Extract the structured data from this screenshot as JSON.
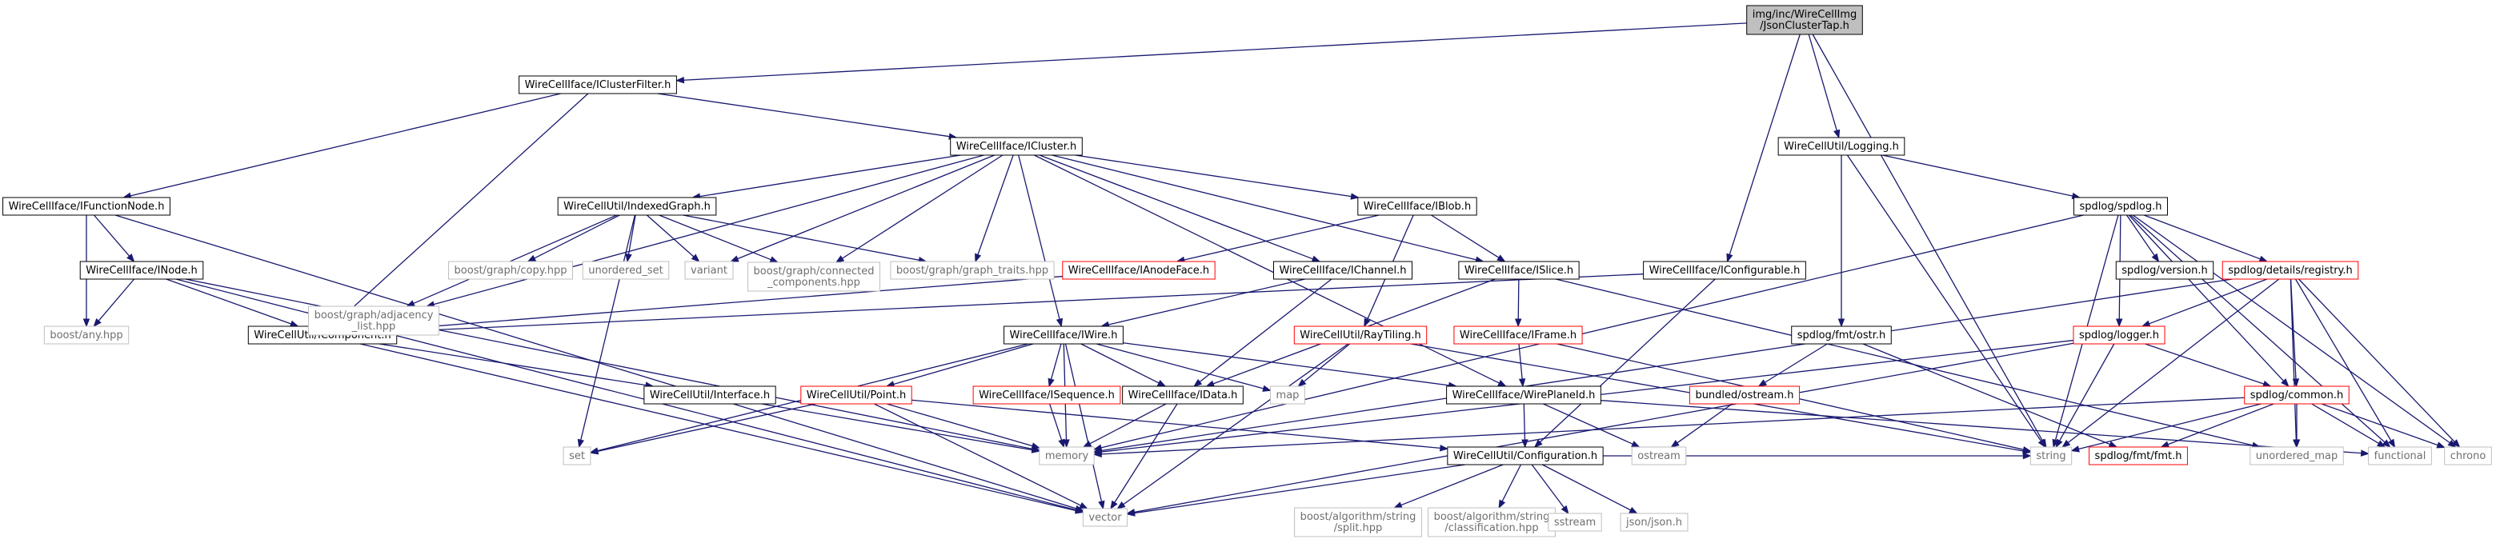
{
  "graph": {
    "nodes": [
      {
        "id": "jct",
        "lines": [
          "img/inc/WireCellImg",
          "/JsonClusterTap.h"
        ],
        "style": "root"
      },
      {
        "id": "icf",
        "lines": [
          "WireCellIface/IClusterFilter.h"
        ],
        "style": "doc"
      },
      {
        "id": "icl",
        "lines": [
          "WireCellIface/ICluster.h"
        ],
        "style": "doc"
      },
      {
        "id": "ifn",
        "lines": [
          "WireCellIface/IFunctionNode.h"
        ],
        "style": "doc"
      },
      {
        "id": "ino",
        "lines": [
          "WireCellIface/INode.h"
        ],
        "style": "doc"
      },
      {
        "id": "iig",
        "lines": [
          "WireCellUtil/IndexedGraph.h"
        ],
        "style": "doc"
      },
      {
        "id": "ibl",
        "lines": [
          "WireCellIface/IBlob.h"
        ],
        "style": "doc"
      },
      {
        "id": "ian",
        "lines": [
          "WireCellIface/IAnodeFace.h"
        ],
        "style": "trunc"
      },
      {
        "id": "ich",
        "lines": [
          "WireCellIface/IChannel.h"
        ],
        "style": "doc"
      },
      {
        "id": "isl",
        "lines": [
          "WireCellIface/ISlice.h"
        ],
        "style": "doc"
      },
      {
        "id": "icfg",
        "lines": [
          "WireCellIface/IConfigurable.h"
        ],
        "style": "doc"
      },
      {
        "id": "log",
        "lines": [
          "WireCellUtil/Logging.h"
        ],
        "style": "doc"
      },
      {
        "id": "spd",
        "lines": [
          "spdlog/spdlog.h"
        ],
        "style": "doc"
      },
      {
        "id": "icomp",
        "lines": [
          "WireCellUtil/IComponent.h"
        ],
        "style": "doc"
      },
      {
        "id": "iwi",
        "lines": [
          "WireCellIface/IWire.h"
        ],
        "style": "doc"
      },
      {
        "id": "rtl",
        "lines": [
          "WireCellUtil/RayTiling.h"
        ],
        "style": "trunc"
      },
      {
        "id": "ifr",
        "lines": [
          "WireCellIface/IFrame.h"
        ],
        "style": "trunc"
      },
      {
        "id": "fostr",
        "lines": [
          "spdlog/fmt/ostr.h"
        ],
        "style": "doc"
      },
      {
        "id": "sver",
        "lines": [
          "spdlog/version.h"
        ],
        "style": "doc"
      },
      {
        "id": "sreg",
        "lines": [
          "spdlog/details/registry.h"
        ],
        "style": "trunc"
      },
      {
        "id": "slog",
        "lines": [
          "spdlog/logger.h"
        ],
        "style": "trunc"
      },
      {
        "id": "scom",
        "lines": [
          "spdlog/common.h"
        ],
        "style": "trunc"
      },
      {
        "id": "iface",
        "lines": [
          "WireCellUtil/Interface.h"
        ],
        "style": "doc"
      },
      {
        "id": "pnt",
        "lines": [
          "WireCellUtil/Point.h"
        ],
        "style": "trunc"
      },
      {
        "id": "iseq",
        "lines": [
          "WireCellIface/ISequence.h"
        ],
        "style": "trunc"
      },
      {
        "id": "idat",
        "lines": [
          "WireCellIface/IData.h"
        ],
        "style": "doc"
      },
      {
        "id": "iwp",
        "lines": [
          "WireCellIface/WirePlaneId.h"
        ],
        "style": "doc"
      },
      {
        "id": "bost",
        "lines": [
          "bundled/ostream.h"
        ],
        "style": "trunc"
      },
      {
        "id": "cfg",
        "lines": [
          "WireCellUtil/Configuration.h"
        ],
        "style": "doc"
      },
      {
        "id": "sfmt",
        "lines": [
          "spdlog/fmt/fmt.h"
        ],
        "style": "trunc"
      },
      {
        "id": "badj",
        "lines": [
          "boost/graph/adjacency",
          "_list.hpp"
        ],
        "style": "sys"
      },
      {
        "id": "bcopy",
        "lines": [
          "boost/graph/copy.hpp"
        ],
        "style": "sys"
      },
      {
        "id": "uset",
        "lines": [
          "unordered_set"
        ],
        "style": "sys"
      },
      {
        "id": "var",
        "lines": [
          "variant"
        ],
        "style": "sys"
      },
      {
        "id": "bcc",
        "lines": [
          "boost/graph/connected",
          "_components.hpp"
        ],
        "style": "sys"
      },
      {
        "id": "bgt",
        "lines": [
          "boost/graph/graph_traits.hpp"
        ],
        "style": "sys"
      },
      {
        "id": "bany",
        "lines": [
          "boost/any.hpp"
        ],
        "style": "sys"
      },
      {
        "id": "map",
        "lines": [
          "map"
        ],
        "style": "sys"
      },
      {
        "id": "set",
        "lines": [
          "set"
        ],
        "style": "sys"
      },
      {
        "id": "mem",
        "lines": [
          "memory"
        ],
        "style": "sys"
      },
      {
        "id": "vec",
        "lines": [
          "vector"
        ],
        "style": "sys"
      },
      {
        "id": "ostrm",
        "lines": [
          "ostream"
        ],
        "style": "sys"
      },
      {
        "id": "str",
        "lines": [
          "string"
        ],
        "style": "sys"
      },
      {
        "id": "umap",
        "lines": [
          "unordered_map"
        ],
        "style": "sys"
      },
      {
        "id": "func",
        "lines": [
          "functional"
        ],
        "style": "sys"
      },
      {
        "id": "chr",
        "lines": [
          "chrono"
        ],
        "style": "sys"
      },
      {
        "id": "bsplit",
        "lines": [
          "boost/algorithm/string",
          "/split.hpp"
        ],
        "style": "sys"
      },
      {
        "id": "bclass",
        "lines": [
          "boost/algorithm/string",
          "/classification.hpp"
        ],
        "style": "sys"
      },
      {
        "id": "sstr",
        "lines": [
          "sstream"
        ],
        "style": "sys"
      },
      {
        "id": "json",
        "lines": [
          "json/json.h"
        ],
        "style": "sys"
      }
    ],
    "edges": [
      [
        "jct",
        "icf"
      ],
      [
        "jct",
        "icfg"
      ],
      [
        "jct",
        "log"
      ],
      [
        "jct",
        "str"
      ],
      [
        "icf",
        "ifn"
      ],
      [
        "icf",
        "icl"
      ],
      [
        "icf",
        "icomp"
      ],
      [
        "ifn",
        "ino"
      ],
      [
        "ifn",
        "bany"
      ],
      [
        "ifn",
        "vec"
      ],
      [
        "ino",
        "bany"
      ],
      [
        "ino",
        "icomp"
      ],
      [
        "ino",
        "mem"
      ],
      [
        "ino",
        "vec"
      ],
      [
        "icl",
        "iig"
      ],
      [
        "icl",
        "ibl"
      ],
      [
        "icl",
        "ich"
      ],
      [
        "icl",
        "isl"
      ],
      [
        "icl",
        "iwi"
      ],
      [
        "icl",
        "iwp"
      ],
      [
        "icl",
        "badj"
      ],
      [
        "icl",
        "var"
      ],
      [
        "icl",
        "bcc"
      ],
      [
        "icl",
        "bgt"
      ],
      [
        "iig",
        "badj"
      ],
      [
        "iig",
        "bcopy"
      ],
      [
        "iig",
        "uset"
      ],
      [
        "iig",
        "var"
      ],
      [
        "iig",
        "bcc"
      ],
      [
        "iig",
        "bgt"
      ],
      [
        "iig",
        "set"
      ],
      [
        "ibl",
        "ian"
      ],
      [
        "ibl",
        "isl"
      ],
      [
        "ibl",
        "rtl"
      ],
      [
        "ian",
        "icomp"
      ],
      [
        "ich",
        "iwi"
      ],
      [
        "ich",
        "idat"
      ],
      [
        "isl",
        "ifr"
      ],
      [
        "isl",
        "idat"
      ],
      [
        "isl",
        "umap"
      ],
      [
        "icfg",
        "icomp"
      ],
      [
        "icfg",
        "cfg"
      ],
      [
        "log",
        "spd"
      ],
      [
        "log",
        "fostr"
      ],
      [
        "log",
        "str"
      ],
      [
        "spd",
        "sver"
      ],
      [
        "spd",
        "sreg"
      ],
      [
        "spd",
        "slog"
      ],
      [
        "spd",
        "scom"
      ],
      [
        "spd",
        "mem"
      ],
      [
        "spd",
        "str"
      ],
      [
        "spd",
        "func"
      ],
      [
        "spd",
        "chr"
      ],
      [
        "icomp",
        "iface"
      ],
      [
        "icomp",
        "vec"
      ],
      [
        "iwi",
        "pnt"
      ],
      [
        "iwi",
        "iseq"
      ],
      [
        "iwi",
        "idat"
      ],
      [
        "iwi",
        "iwp"
      ],
      [
        "iwi",
        "map"
      ],
      [
        "iwi",
        "set"
      ],
      [
        "iwi",
        "mem"
      ],
      [
        "iwi",
        "vec"
      ],
      [
        "rtl",
        "map"
      ],
      [
        "rtl",
        "vec"
      ],
      [
        "rtl",
        "str"
      ],
      [
        "ifr",
        "iwp"
      ],
      [
        "ifr",
        "str"
      ],
      [
        "fostr",
        "bost"
      ],
      [
        "fostr",
        "sfmt"
      ],
      [
        "sreg",
        "slog"
      ],
      [
        "sreg",
        "scom"
      ],
      [
        "sreg",
        "mem"
      ],
      [
        "sreg",
        "str"
      ],
      [
        "sreg",
        "umap"
      ],
      [
        "sreg",
        "func"
      ],
      [
        "sreg",
        "chr"
      ],
      [
        "slog",
        "scom"
      ],
      [
        "slog",
        "mem"
      ],
      [
        "slog",
        "str"
      ],
      [
        "slog",
        "vec"
      ],
      [
        "scom",
        "mem"
      ],
      [
        "scom",
        "str"
      ],
      [
        "scom",
        "sfmt"
      ],
      [
        "scom",
        "umap"
      ],
      [
        "scom",
        "func"
      ],
      [
        "scom",
        "chr"
      ],
      [
        "iface",
        "mem"
      ],
      [
        "pnt",
        "set"
      ],
      [
        "pnt",
        "mem"
      ],
      [
        "pnt",
        "vec"
      ],
      [
        "pnt",
        "cfg"
      ],
      [
        "iseq",
        "mem"
      ],
      [
        "idat",
        "mem"
      ],
      [
        "idat",
        "vec"
      ],
      [
        "iwp",
        "ostrm"
      ],
      [
        "iwp",
        "func"
      ],
      [
        "iwp",
        "cfg"
      ],
      [
        "bost",
        "ostrm"
      ],
      [
        "cfg",
        "vec"
      ],
      [
        "cfg",
        "bsplit"
      ],
      [
        "cfg",
        "bclass"
      ],
      [
        "cfg",
        "sstr"
      ],
      [
        "cfg",
        "json"
      ],
      [
        "cfg",
        "str"
      ]
    ]
  }
}
